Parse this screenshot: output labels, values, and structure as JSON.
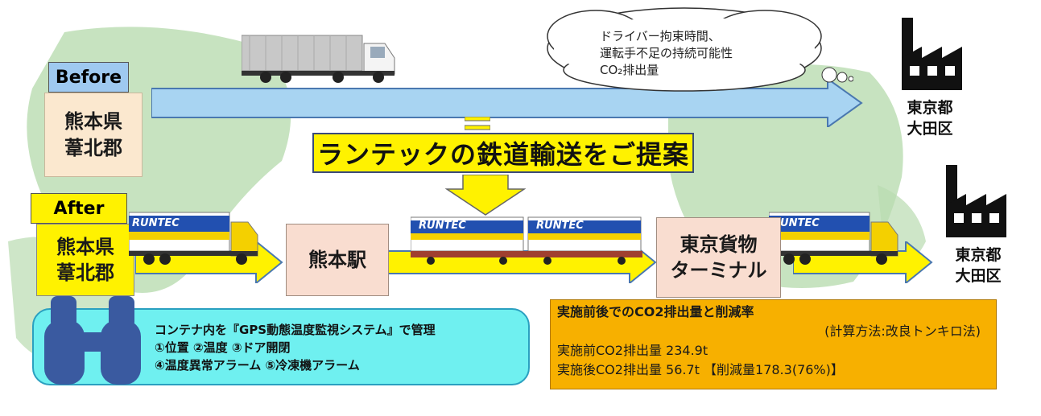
{
  "before": {
    "tag": "Before",
    "origin_line1": "熊本県",
    "origin_line2": "葦北郡",
    "concern_lines": [
      "ドライバー拘束時間、",
      "運転手不足の持続可能性",
      "CO₂排出量"
    ]
  },
  "after": {
    "tag": "After",
    "origin_line1": "熊本県",
    "origin_line2": "葦北郡",
    "station1": "熊本駅",
    "station2_line1": "東京貨物",
    "station2_line2": "ターミナル"
  },
  "destination": {
    "line1": "東京都",
    "line2": "大田区"
  },
  "proposal_title": "ランテックの鉄道輸送をご提案",
  "brand": "RUNTEC",
  "gps": {
    "line1": "コンテナ内を『GPS動態温度監視システム』で管理",
    "line2": "①位置 ②温度 ③ドア開閉",
    "line3": "④温度異常アラーム ⑤冷凍機アラーム"
  },
  "result": {
    "title": "実施前後でのCO2排出量と削減率",
    "method": "(計算方法:改良トンキロ法)",
    "before_label": "実施前CO2排出量 234.9t",
    "after_label": "実施後CO2排出量 56.7t 【削減量178.3(76%)】"
  },
  "colors": {
    "before_tag": "#9fc9f0",
    "after_tag": "#fff200",
    "arrow_blue": "#a8d4f2",
    "arrow_yellow": "#fff200",
    "map_green": "#b9dcb0",
    "gps_bg": "#6ff0f0",
    "result_bg": "#f7b000"
  },
  "icons": [
    "factory-icon",
    "binoculars-icon",
    "truck-icon",
    "train-icon",
    "thought-cloud-icon"
  ]
}
